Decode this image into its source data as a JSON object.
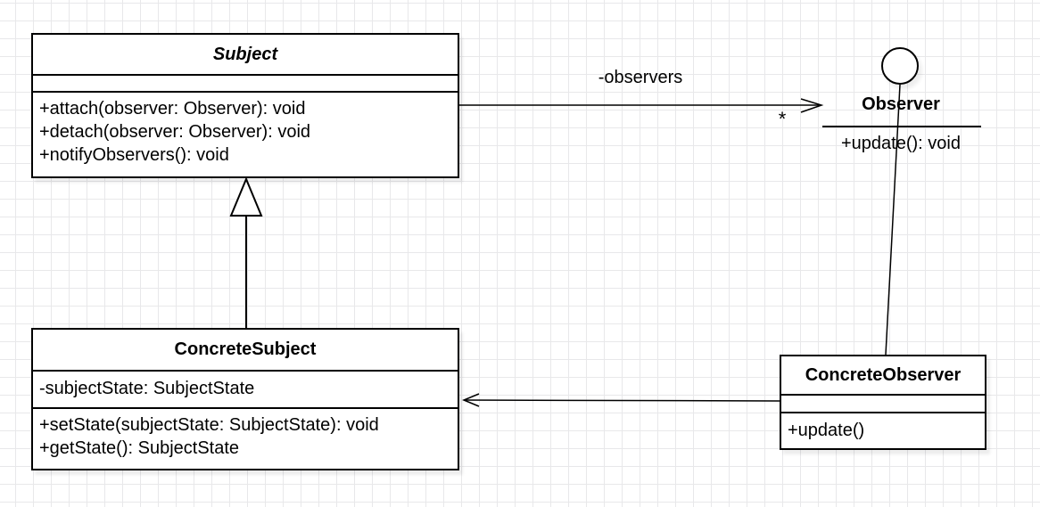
{
  "diagram": {
    "classes": {
      "subject": {
        "name": "Subject",
        "methods": [
          "+attach(observer: Observer): void",
          "+detach(observer: Observer): void",
          "+notifyObservers(): void"
        ]
      },
      "concrete_subject": {
        "name": "ConcreteSubject",
        "attributes": [
          "-subjectState: SubjectState"
        ],
        "methods": [
          "+setState(subjectState: SubjectState): void",
          "+getState(): SubjectState"
        ]
      },
      "observer_interface": {
        "name": "Observer",
        "methods": [
          "+update(): void"
        ]
      },
      "concrete_observer": {
        "name": "ConcreteObserver",
        "methods": [
          "+update()"
        ]
      }
    },
    "edges": {
      "observers_label": "-observers",
      "observers_multiplicity": "*"
    },
    "colors": {
      "stroke": "#000000",
      "fill": "#ffffff",
      "grid_line": "#e8e8ea",
      "background": "#ffffff"
    }
  }
}
